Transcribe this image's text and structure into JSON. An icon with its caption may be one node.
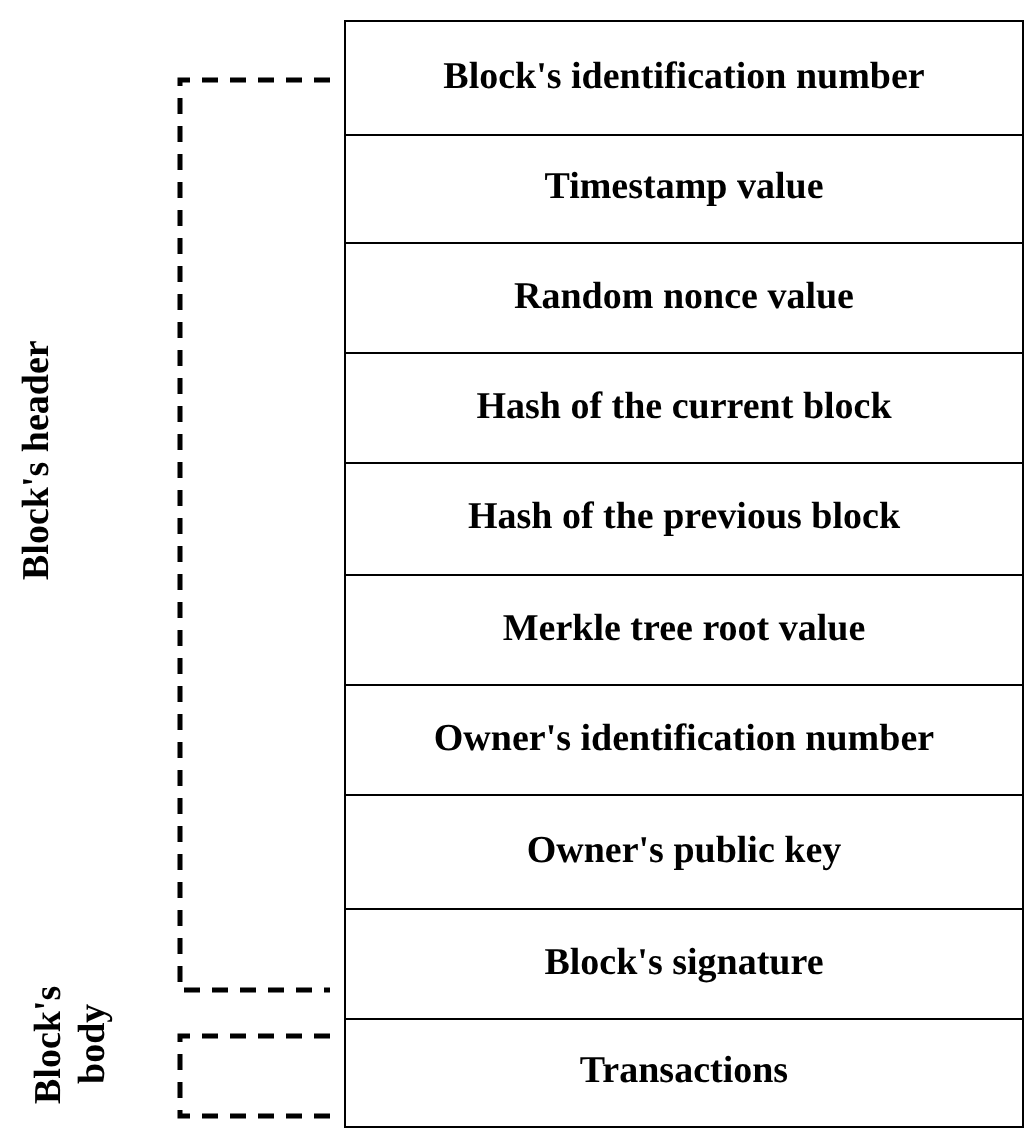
{
  "diagram": {
    "nodes": [
      {
        "text": [
          "Block's identification number"
        ]
      },
      {
        "text": [
          "Timestamp value"
        ]
      },
      {
        "text": [
          "Random nonce value"
        ]
      },
      {
        "text": [
          "Hash of the current block"
        ]
      },
      {
        "text": [
          "Hash of the previous block"
        ]
      },
      {
        "text": [
          "Merkle tree root value"
        ]
      },
      {
        "text": [
          "Owner's identification number"
        ]
      },
      {
        "text": [
          "Owner's public key"
        ]
      },
      {
        "text": [
          "Block's signature"
        ]
      },
      {
        "text": [
          "Transactions"
        ]
      }
    ],
    "labels": [
      "Block's header",
      "Block's body"
    ]
  }
}
